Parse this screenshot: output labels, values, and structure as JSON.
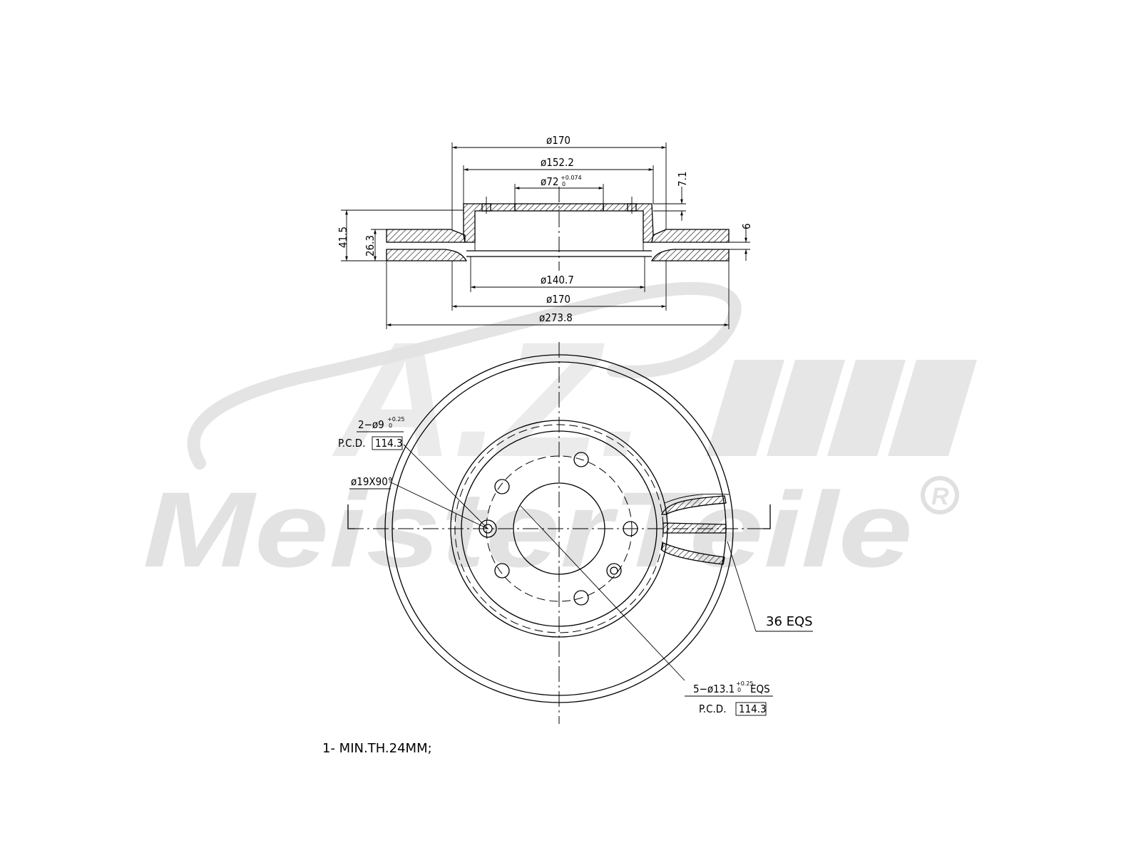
{
  "watermark": {
    "top_text": "A.Z.",
    "brand_text": "MeisterTeile",
    "registered_mark": "R"
  },
  "section_view": {
    "dims": {
      "outer_hat_dia": "ø170",
      "inner_hat_dia": "ø152.2",
      "bore_dia": "ø72",
      "bore_tol_upper": "+0.074",
      "bore_tol_lower": "0",
      "hat_thickness": "7.1",
      "disc_face_thickness": "6",
      "total_height": "41.5",
      "disc_thickness": "26.3",
      "inner_bottom_dia": "ø140.7",
      "lower_hat_dia": "ø170",
      "outer_dia": "ø273.8"
    }
  },
  "plan_view": {
    "small_holes": {
      "label": "2−ø9",
      "tol_upper": "+0.25",
      "tol_lower": "0",
      "pcd_label": "P.C.D.",
      "pcd_value": "114.3"
    },
    "chamfer_label": "ø19X90°",
    "vanes_label": "36 EQS",
    "bolt_holes": {
      "label": "5−ø13.1",
      "tol_upper": "+0.25",
      "tol_lower": "0",
      "suffix": "EQS",
      "pcd_label": "P.C.D.",
      "pcd_value": "114.3"
    }
  },
  "note": "1- MIN.TH.24MM;"
}
